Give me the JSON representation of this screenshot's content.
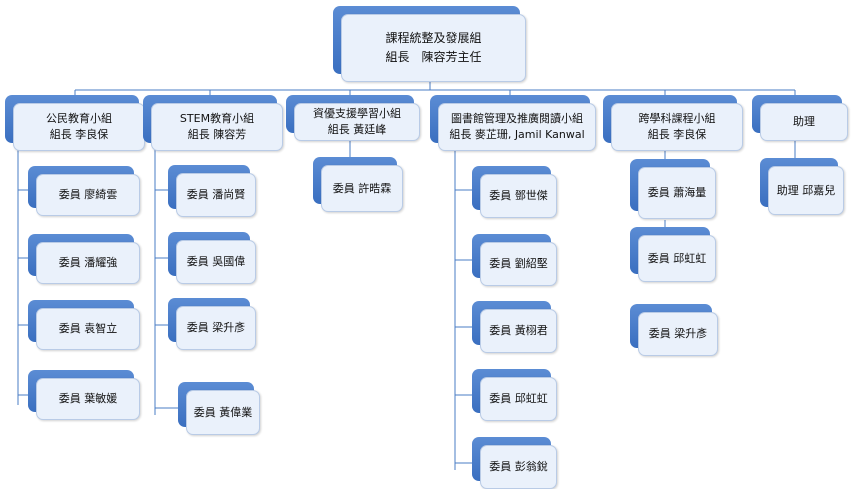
{
  "root": {
    "title": "課程統整及發展組",
    "leader": "組長　陳容芳主任"
  },
  "groups": [
    {
      "title": "公民教育小組",
      "leader": "組長 李良保",
      "members": [
        "委員 廖綺雲",
        "委員 潘耀強",
        "委員 袁智立",
        "委員 葉敏媛"
      ]
    },
    {
      "title": "STEM教育小組",
      "leader": "組長 陳容芳",
      "members": [
        "委員 潘尚賢",
        "委員 吳國偉",
        "委員 梁升彥",
        "委員 黃偉業"
      ]
    },
    {
      "title": "資優支援學習小組",
      "leader": "組長 黃廷峰",
      "members": [
        "委員 許晧霖"
      ]
    },
    {
      "title": "圖書館管理及推廣閱讀小組",
      "leader": "組長 麥芷珊, Jamil Kanwal",
      "members": [
        "委員 鄧世傑",
        "委員 劉紹堅",
        "委員 黃栩君",
        "委員 邱虹虹",
        "委員 彭翁銳"
      ]
    },
    {
      "title": "跨學科課程小組",
      "leader": "組長 李良保",
      "members": [
        "委員 蕭海量",
        "委員 邱虹虹",
        "委員 梁升彥"
      ]
    },
    {
      "title": "助理",
      "leader": "",
      "members": [
        "助理 邱嘉兒"
      ]
    }
  ]
}
